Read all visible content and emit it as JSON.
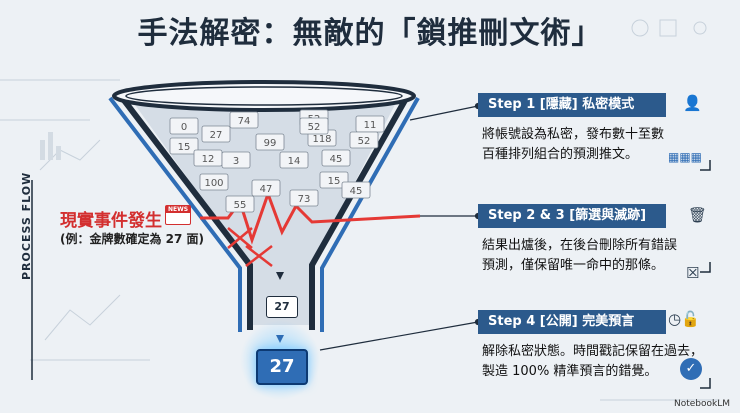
{
  "title": "手法解密：無敵的「鎖推刪文術」",
  "process_flow_label": "PROCESS FLOW",
  "event": {
    "title": "現實事件發生",
    "subtitle": "(例：金牌數確定為 27 面)",
    "news_label": "NEWS"
  },
  "funnel": {
    "bubbles": [
      "0",
      "74",
      "52",
      "11",
      "15",
      "27",
      "99",
      "118",
      "52",
      "12",
      "3",
      "14",
      "45",
      "100",
      "47",
      "15",
      "73",
      "45",
      "55",
      "52"
    ],
    "mid_value": "27",
    "result_value": "27"
  },
  "steps": [
    {
      "label": "Step 1  [隱藏] 私密模式",
      "desc_line1": "將帳號設為私密，發布數十至數",
      "desc_line2": "百種排列組合的預測推文。"
    },
    {
      "label": "Step 2 & 3  [篩選與滅跡]",
      "desc_line1": "結果出爐後，在後台刪除所有錯誤",
      "desc_line2": "預測，僅保留唯一命中的那條。"
    },
    {
      "label": "Step 4  [公開] 完美預言",
      "desc_line1": "解除私密狀態。時間戳記保留在過去，",
      "desc_line2": "製造 100% 精準預言的錯覺。"
    }
  ],
  "footer": "NotebookLM"
}
